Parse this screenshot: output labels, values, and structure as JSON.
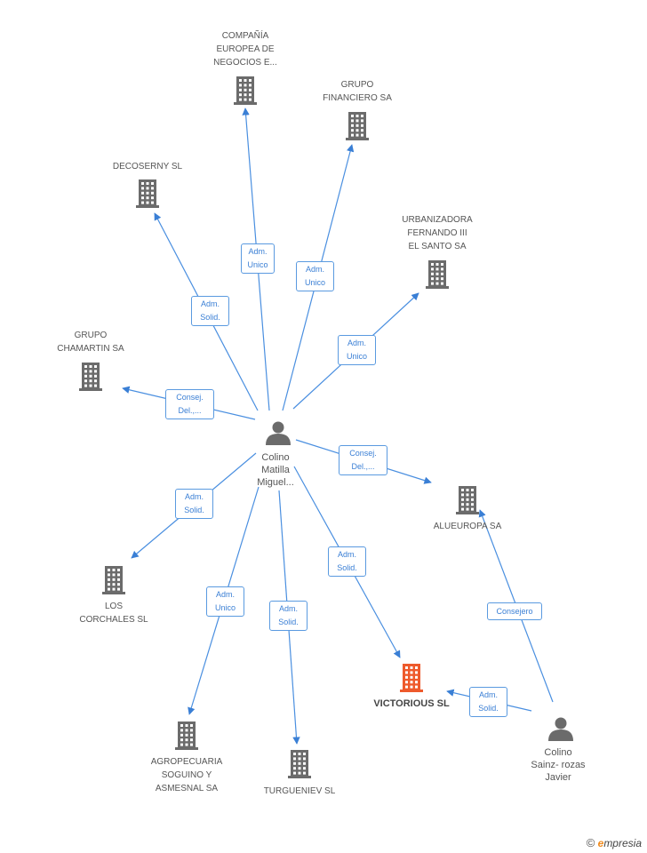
{
  "colors": {
    "building": "#6b6b6b",
    "building_focus": "#ee5a2c",
    "person": "#6b6b6b",
    "edge": "#4a8fe0",
    "rel_text": "#3a7fd5"
  },
  "nodes": [
    {
      "id": "compania",
      "type": "company",
      "label": "COMPAÑÍA\nEUROPEA DE\nNEGOCIOS E..."
    },
    {
      "id": "grupo_fin",
      "type": "company",
      "label": "GRUPO\nFINANCIERO SA"
    },
    {
      "id": "decoserny",
      "type": "company",
      "label": "DECOSERNY SL"
    },
    {
      "id": "urbanizadora",
      "type": "company",
      "label": "URBANIZADORA\nFERNANDO III\nEL SANTO SA"
    },
    {
      "id": "chamartin",
      "type": "company",
      "label": "GRUPO\nCHAMARTIN SA"
    },
    {
      "id": "alueuropa",
      "type": "company",
      "label": "ALUEUROPA SA"
    },
    {
      "id": "corchales",
      "type": "company",
      "label": "LOS\nCORCHALES SL"
    },
    {
      "id": "agropecuaria",
      "type": "company",
      "label": "AGROPECUARIA\nSOGUINO Y\nASMESNAL SA"
    },
    {
      "id": "turgueniev",
      "type": "company",
      "label": "TURGUENIEV SL"
    },
    {
      "id": "victorious",
      "type": "company_focus",
      "label": "VICTORIOUS SL"
    },
    {
      "id": "colino_miguel",
      "type": "person",
      "label": "Colino\nMatilla\nMiguel..."
    },
    {
      "id": "colino_javier",
      "type": "person",
      "label": "Colino\nSainz- rozas\nJavier"
    }
  ],
  "relations": [
    {
      "from": "colino_miguel",
      "to": "compania",
      "label": "Adm.\nUnico"
    },
    {
      "from": "colino_miguel",
      "to": "grupo_fin",
      "label": "Adm.\nUnico"
    },
    {
      "from": "colino_miguel",
      "to": "decoserny",
      "label": "Adm.\nSolid."
    },
    {
      "from": "colino_miguel",
      "to": "urbanizadora",
      "label": "Adm.\nUnico"
    },
    {
      "from": "colino_miguel",
      "to": "chamartin",
      "label": "Consej.\nDel.,..."
    },
    {
      "from": "colino_miguel",
      "to": "alueuropa",
      "label": "Consej.\nDel.,..."
    },
    {
      "from": "colino_miguel",
      "to": "corchales",
      "label": "Adm.\nSolid."
    },
    {
      "from": "colino_miguel",
      "to": "agropecuaria",
      "label": "Adm.\nUnico"
    },
    {
      "from": "colino_miguel",
      "to": "turgueniev",
      "label": "Adm.\nSolid."
    },
    {
      "from": "colino_miguel",
      "to": "victorious",
      "label": "Adm.\nSolid."
    },
    {
      "from": "colino_javier",
      "to": "alueuropa",
      "label": "Consejero"
    },
    {
      "from": "colino_javier",
      "to": "victorious",
      "label": "Adm.\nSolid."
    }
  ],
  "footer": {
    "copyright": "©",
    "brand_e": "e",
    "brand_rest": "mpresia"
  }
}
